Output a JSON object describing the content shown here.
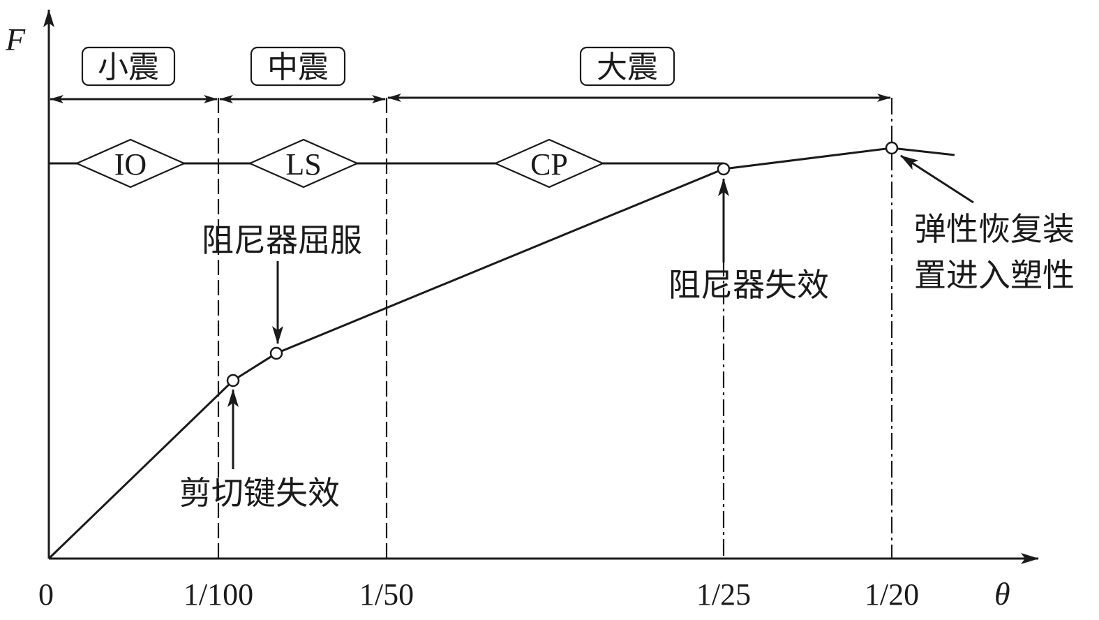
{
  "axes": {
    "y_label": "F",
    "x_label": "θ"
  },
  "ticks": [
    "0",
    "1/100",
    "1/50",
    "1/25",
    "1/20"
  ],
  "zones": [
    "小震",
    "中震",
    "大震"
  ],
  "performance_levels": [
    "IO",
    "LS",
    "CP"
  ],
  "annotations": {
    "damper_yield": "阻尼器屈服",
    "shear_key_failure": "剪切键失效",
    "damper_failure": "阻尼器失效",
    "recovery_plastic_line1": "弹性恢复装",
    "recovery_plastic_line2": "置进入塑性"
  },
  "colors": {
    "ink": "#1a1a1a",
    "background": "#ffffff"
  }
}
